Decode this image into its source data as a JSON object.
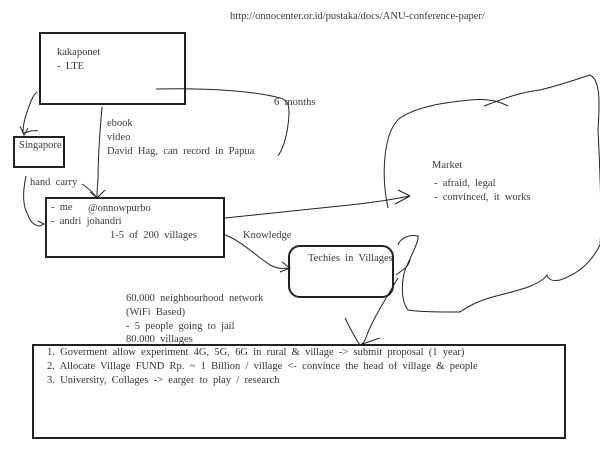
{
  "url_text": "http://onnocenter.or.id/pustaka/docs/ANU-conference-paper/",
  "nodes": {
    "kakaponet": {
      "title": "kakaponet",
      "items": [
        "-  LTE"
      ]
    },
    "singapore": {
      "label": "Singapore"
    },
    "team": {
      "items": [
        "-  me",
        "-  andri  johandri"
      ],
      "handle": "@onnowpurbo",
      "coverage": "1-5  of  200  villages"
    },
    "techies": {
      "label": "Techies  in  Villages"
    },
    "market": {
      "title": "Market",
      "items": [
        "-  afraid,  legal",
        "-  convinced,  it  works"
      ]
    }
  },
  "annotations": {
    "media": [
      "ebook",
      "video",
      "David  Hag,  can  record  in  Papua"
    ],
    "six_months": "6  months",
    "hand_carry": "hand  carry",
    "knowledge": "Knowledge",
    "network": [
      "60.000  neighbourhood  network",
      "(WiFi  Based)",
      "-  5  people  going  to  jail",
      "80.000  villages"
    ]
  },
  "action_items": [
    "1.  Goverment  allow  experiment  4G,  5G,  6G  in  rural  &  village  ->  submit  proposal  (1  year)",
    "2.  Allocate  Village  FUND  Rp.  ~  1  Billion  /  village  <-  convince  the  head  of  village  &  people",
    "3.  University,  Collages  ->  earger  to  play  /  research"
  ]
}
